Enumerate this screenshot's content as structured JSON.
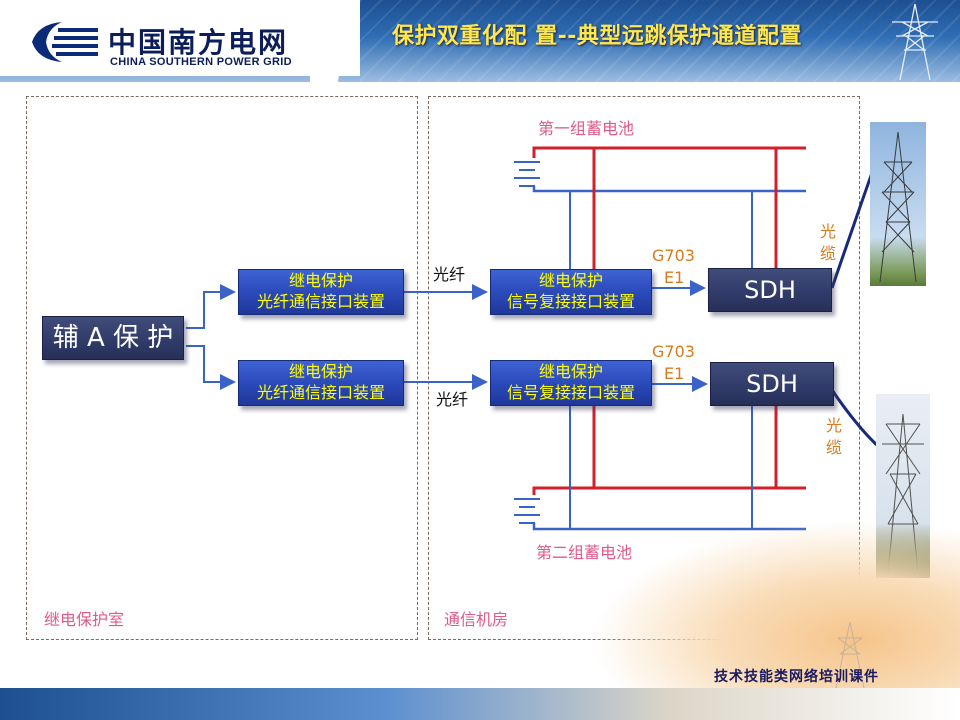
{
  "header": {
    "logo_cn": "中国南方电网",
    "logo_en": "CHINA SOUTHERN POWER GRID",
    "title": "保护双重化配 置--典型远跳保护通道配置"
  },
  "regions": {
    "relay_room": "继电保护室",
    "comm_room": "通信机房"
  },
  "blocks": {
    "main_protection": "辅 A 保 护",
    "fiber_interface_1": {
      "line1": "继电保护",
      "line2": "光纤通信接口装置"
    },
    "fiber_interface_2": {
      "line1": "继电保护",
      "line2": "光纤通信接口装置"
    },
    "mux_1": {
      "line1": "继电保护",
      "line2": "信号复接接口装置"
    },
    "mux_2": {
      "line1": "继电保护",
      "line2": "信号复接接口装置"
    },
    "sdh_1": "SDH",
    "sdh_2": "SDH"
  },
  "labels": {
    "fiber_1": "光纤",
    "fiber_2": "光纤",
    "g703_1": "G703",
    "e1_1": "E1",
    "g703_2": "G703",
    "e1_2": "E1",
    "cable_1_a": "光",
    "cable_1_b": "缆",
    "cable_2_a": "光",
    "cable_2_b": "缆",
    "battery_1": "第一组蓄电池",
    "battery_2": "第二组蓄电池"
  },
  "footer": {
    "text": "技术技能类网络培训课件"
  },
  "colors": {
    "block_fill": "#2a48b8",
    "block_dark_fill": "#323c6a",
    "block_text": "#ffff00",
    "red_bus": "#d41f2a",
    "blue_bus": "#3a62c8",
    "label_orange": "#d87a1e",
    "label_pink": "#e05a8a",
    "title_yellow": "#ffe94a"
  }
}
